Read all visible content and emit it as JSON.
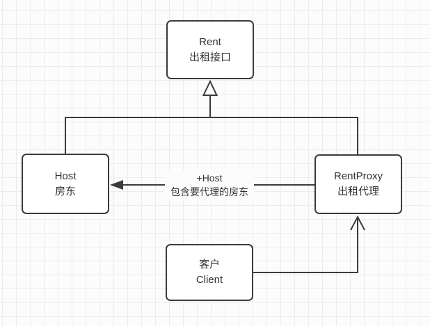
{
  "diagram": {
    "nodes": {
      "rent": {
        "line1": "Rent",
        "line2": "出租接口"
      },
      "host": {
        "line1": "Host",
        "line2": "房东"
      },
      "rentproxy": {
        "line1": "RentProxy",
        "line2": "出租代理"
      },
      "client": {
        "line1": "客户",
        "line2": "Client"
      }
    },
    "edges": {
      "association_label": {
        "line1": "+Host",
        "line2": "包含要代理的房东"
      }
    },
    "arrowheads": {
      "inheritance": "hollow-triangle",
      "association": "filled-triangle",
      "dependency": "open-v"
    },
    "colors": {
      "stroke": "#3b3b3b",
      "node_fill": "#ffffff",
      "text": "#333333",
      "grid_line": "#ececec",
      "canvas_background": "#fcfcfc"
    }
  }
}
